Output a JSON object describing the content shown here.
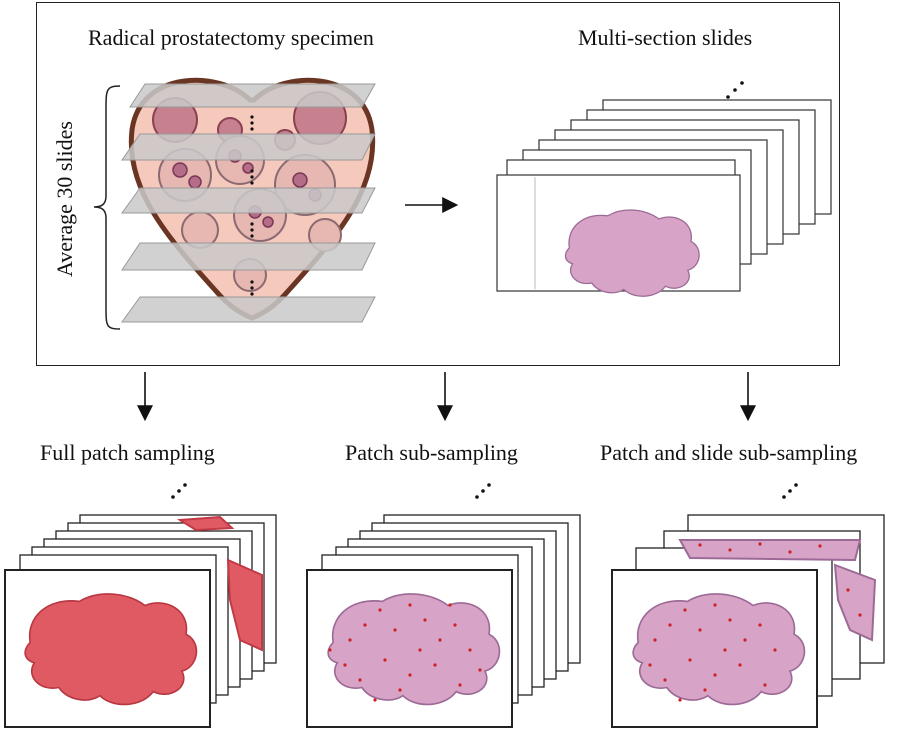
{
  "top_panel": {
    "specimen_title": "Radical prostatectomy specimen",
    "slides_title": "Multi-section slides",
    "average_label": "Average 30 slides"
  },
  "sampling_methods": [
    {
      "label": "Full patch sampling",
      "mode": "full"
    },
    {
      "label": "Patch sub-sampling",
      "mode": "patch"
    },
    {
      "label": "Patch and slide sub-sampling",
      "mode": "patch-slide"
    }
  ],
  "colors": {
    "tissue_pink": "#d7a3c6",
    "tissue_red": "#e05a63",
    "patch_dot": "#cc2222",
    "capsule": "#6b3524",
    "stroma": "#f6c9bd",
    "plane": "#c9c9c9"
  }
}
